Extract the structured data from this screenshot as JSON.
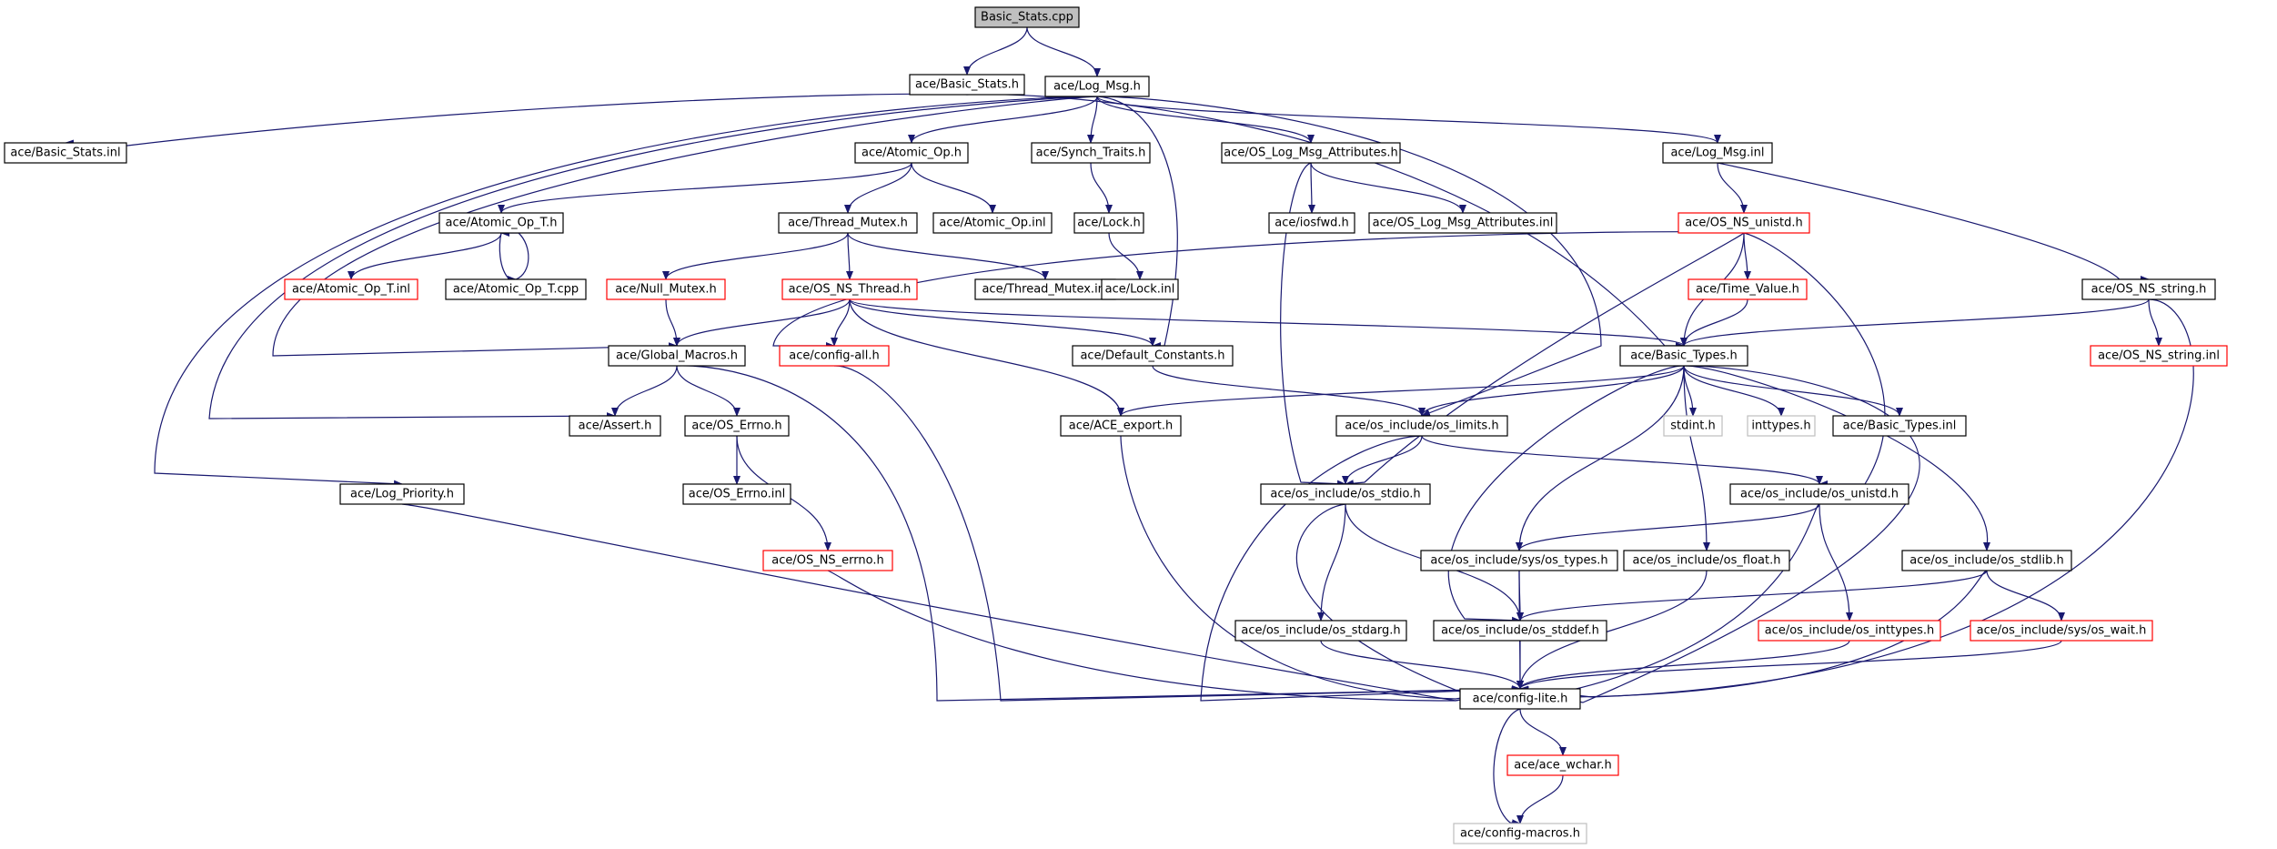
{
  "nodes": [
    {
      "id": "basic_stats_cpp",
      "label": "Basic_Stats.cpp",
      "style": "root"
    },
    {
      "id": "basic_stats_h",
      "label": "ace/Basic_Stats.h",
      "style": "normal"
    },
    {
      "id": "log_msg_h",
      "label": "ace/Log_Msg.h",
      "style": "normal"
    },
    {
      "id": "basic_stats_inl",
      "label": "ace/Basic_Stats.inl",
      "style": "normal"
    },
    {
      "id": "atomic_op_h",
      "label": "ace/Atomic_Op.h",
      "style": "normal"
    },
    {
      "id": "synch_traits_h",
      "label": "ace/Synch_Traits.h",
      "style": "normal"
    },
    {
      "id": "os_log_msg_attr_h",
      "label": "ace/OS_Log_Msg_Attributes.h",
      "style": "normal"
    },
    {
      "id": "log_msg_inl",
      "label": "ace/Log_Msg.inl",
      "style": "normal"
    },
    {
      "id": "atomic_op_t_h",
      "label": "ace/Atomic_Op_T.h",
      "style": "normal"
    },
    {
      "id": "thread_mutex_h",
      "label": "ace/Thread_Mutex.h",
      "style": "normal"
    },
    {
      "id": "atomic_op_inl",
      "label": "ace/Atomic_Op.inl",
      "style": "normal"
    },
    {
      "id": "lock_h",
      "label": "ace/Lock.h",
      "style": "normal"
    },
    {
      "id": "iosfwd_h",
      "label": "ace/iosfwd.h",
      "style": "normal"
    },
    {
      "id": "os_log_msg_attr_inl",
      "label": "ace/OS_Log_Msg_Attributes.inl",
      "style": "normal"
    },
    {
      "id": "os_ns_unistd_h",
      "label": "ace/OS_NS_unistd.h",
      "style": "red"
    },
    {
      "id": "atomic_op_t_inl",
      "label": "ace/Atomic_Op_T.inl",
      "style": "red"
    },
    {
      "id": "atomic_op_t_cpp",
      "label": "ace/Atomic_Op_T.cpp",
      "style": "normal"
    },
    {
      "id": "null_mutex_h",
      "label": "ace/Null_Mutex.h",
      "style": "red"
    },
    {
      "id": "os_ns_thread_h",
      "label": "ace/OS_NS_Thread.h",
      "style": "red"
    },
    {
      "id": "thread_mutex_inl",
      "label": "ace/Thread_Mutex.inl",
      "style": "normal"
    },
    {
      "id": "lock_inl",
      "label": "ace/Lock.inl",
      "style": "normal"
    },
    {
      "id": "time_value_h",
      "label": "ace/Time_Value.h",
      "style": "red"
    },
    {
      "id": "os_ns_string_h",
      "label": "ace/OS_NS_string.h",
      "style": "normal"
    },
    {
      "id": "global_macros_h",
      "label": "ace/Global_Macros.h",
      "style": "normal"
    },
    {
      "id": "config_all_h",
      "label": "ace/config-all.h",
      "style": "red"
    },
    {
      "id": "default_constants_h",
      "label": "ace/Default_Constants.h",
      "style": "normal"
    },
    {
      "id": "basic_types_h",
      "label": "ace/Basic_Types.h",
      "style": "normal"
    },
    {
      "id": "os_ns_string_inl",
      "label": "ace/OS_NS_string.inl",
      "style": "red"
    },
    {
      "id": "assert_h",
      "label": "ace/Assert.h",
      "style": "normal"
    },
    {
      "id": "os_errno_h",
      "label": "ace/OS_Errno.h",
      "style": "normal"
    },
    {
      "id": "ace_export_h",
      "label": "ace/ACE_export.h",
      "style": "normal"
    },
    {
      "id": "os_limits_h",
      "label": "ace/os_include/os_limits.h",
      "style": "normal"
    },
    {
      "id": "stdint_h",
      "label": "stdint.h",
      "style": "gray"
    },
    {
      "id": "inttypes_h",
      "label": "inttypes.h",
      "style": "gray"
    },
    {
      "id": "basic_types_inl",
      "label": "ace/Basic_Types.inl",
      "style": "normal"
    },
    {
      "id": "log_priority_h",
      "label": "ace/Log_Priority.h",
      "style": "normal"
    },
    {
      "id": "os_errno_inl",
      "label": "ace/OS_Errno.inl",
      "style": "normal"
    },
    {
      "id": "os_stdio_h",
      "label": "ace/os_include/os_stdio.h",
      "style": "normal"
    },
    {
      "id": "os_unistd_h",
      "label": "ace/os_include/os_unistd.h",
      "style": "normal"
    },
    {
      "id": "os_ns_errno_h",
      "label": "ace/OS_NS_errno.h",
      "style": "red"
    },
    {
      "id": "sys_os_types_h",
      "label": "ace/os_include/sys/os_types.h",
      "style": "normal"
    },
    {
      "id": "os_float_h",
      "label": "ace/os_include/os_float.h",
      "style": "normal"
    },
    {
      "id": "os_stdlib_h",
      "label": "ace/os_include/os_stdlib.h",
      "style": "normal"
    },
    {
      "id": "os_stdarg_h",
      "label": "ace/os_include/os_stdarg.h",
      "style": "normal"
    },
    {
      "id": "os_stddef_h",
      "label": "ace/os_include/os_stddef.h",
      "style": "normal"
    },
    {
      "id": "os_inttypes_h",
      "label": "ace/os_include/os_inttypes.h",
      "style": "red"
    },
    {
      "id": "sys_os_wait_h",
      "label": "ace/os_include/sys/os_wait.h",
      "style": "red"
    },
    {
      "id": "config_lite_h",
      "label": "ace/config-lite.h",
      "style": "normal"
    },
    {
      "id": "ace_wchar_h",
      "label": "ace/ace_wchar.h",
      "style": "red"
    },
    {
      "id": "config_macros_h",
      "label": "ace/config-macros.h",
      "style": "gray"
    }
  ],
  "edges": [
    [
      "basic_stats_cpp",
      "basic_stats_h"
    ],
    [
      "basic_stats_cpp",
      "log_msg_h"
    ],
    [
      "basic_stats_h",
      "basic_stats_inl"
    ],
    [
      "basic_stats_h",
      "basic_types_h"
    ],
    [
      "log_msg_h",
      "atomic_op_h"
    ],
    [
      "log_msg_h",
      "synch_traits_h"
    ],
    [
      "log_msg_h",
      "os_log_msg_attr_h"
    ],
    [
      "log_msg_h",
      "log_msg_inl"
    ],
    [
      "log_msg_h",
      "global_macros_h"
    ],
    [
      "log_msg_h",
      "default_constants_h"
    ],
    [
      "log_msg_h",
      "assert_h"
    ],
    [
      "log_msg_h",
      "log_priority_h"
    ],
    [
      "log_msg_h",
      "os_limits_h"
    ],
    [
      "atomic_op_h",
      "atomic_op_t_h"
    ],
    [
      "atomic_op_h",
      "thread_mutex_h"
    ],
    [
      "atomic_op_h",
      "atomic_op_inl"
    ],
    [
      "synch_traits_h",
      "lock_h"
    ],
    [
      "os_log_msg_attr_h",
      "iosfwd_h"
    ],
    [
      "os_log_msg_attr_h",
      "os_log_msg_attr_inl"
    ],
    [
      "os_log_msg_attr_h",
      "os_stdio_h"
    ],
    [
      "log_msg_inl",
      "os_ns_unistd_h"
    ],
    [
      "log_msg_inl",
      "os_ns_string_h"
    ],
    [
      "atomic_op_t_h",
      "atomic_op_t_inl"
    ],
    [
      "atomic_op_t_h",
      "atomic_op_t_cpp"
    ],
    [
      "atomic_op_t_cpp",
      "atomic_op_t_h"
    ],
    [
      "thread_mutex_h",
      "null_mutex_h"
    ],
    [
      "thread_mutex_h",
      "os_ns_thread_h"
    ],
    [
      "thread_mutex_h",
      "thread_mutex_inl"
    ],
    [
      "lock_h",
      "lock_inl"
    ],
    [
      "os_ns_unistd_h",
      "config_all_h"
    ],
    [
      "os_ns_unistd_h",
      "time_value_h"
    ],
    [
      "os_ns_unistd_h",
      "basic_types_h"
    ],
    [
      "os_ns_unistd_h",
      "os_stdio_h"
    ],
    [
      "os_ns_unistd_h",
      "os_unistd_h"
    ],
    [
      "null_mutex_h",
      "global_macros_h"
    ],
    [
      "os_ns_thread_h",
      "config_all_h"
    ],
    [
      "os_ns_thread_h",
      "global_macros_h"
    ],
    [
      "os_ns_thread_h",
      "default_constants_h"
    ],
    [
      "os_ns_thread_h",
      "basic_types_h"
    ],
    [
      "os_ns_thread_h",
      "ace_export_h"
    ],
    [
      "time_value_h",
      "basic_types_h"
    ],
    [
      "os_ns_string_h",
      "basic_types_h"
    ],
    [
      "os_ns_string_h",
      "os_ns_string_inl"
    ],
    [
      "os_ns_string_h",
      "config_lite_h"
    ],
    [
      "global_macros_h",
      "assert_h"
    ],
    [
      "global_macros_h",
      "os_errno_h"
    ],
    [
      "global_macros_h",
      "config_lite_h"
    ],
    [
      "config_all_h",
      "config_lite_h"
    ],
    [
      "default_constants_h",
      "os_limits_h"
    ],
    [
      "basic_types_h",
      "ace_export_h"
    ],
    [
      "basic_types_h",
      "os_limits_h"
    ],
    [
      "basic_types_h",
      "stdint_h"
    ],
    [
      "basic_types_h",
      "inttypes_h"
    ],
    [
      "basic_types_h",
      "basic_types_inl"
    ],
    [
      "basic_types_h",
      "sys_os_types_h"
    ],
    [
      "basic_types_h",
      "os_float_h"
    ],
    [
      "basic_types_h",
      "os_stdlib_h"
    ],
    [
      "basic_types_h",
      "os_stddef_h"
    ],
    [
      "basic_types_h",
      "config_lite_h"
    ],
    [
      "os_errno_h",
      "os_errno_inl"
    ],
    [
      "os_errno_h",
      "os_ns_errno_h"
    ],
    [
      "ace_export_h",
      "config_lite_h"
    ],
    [
      "os_limits_h",
      "os_stdio_h"
    ],
    [
      "os_limits_h",
      "os_unistd_h"
    ],
    [
      "os_limits_h",
      "config_lite_h"
    ],
    [
      "log_priority_h",
      "config_lite_h"
    ],
    [
      "os_stdio_h",
      "os_stdarg_h"
    ],
    [
      "os_stdio_h",
      "os_stddef_h"
    ],
    [
      "os_stdio_h",
      "config_lite_h"
    ],
    [
      "os_unistd_h",
      "sys_os_types_h"
    ],
    [
      "os_unistd_h",
      "os_inttypes_h"
    ],
    [
      "os_unistd_h",
      "config_lite_h"
    ],
    [
      "os_ns_errno_h",
      "config_lite_h"
    ],
    [
      "sys_os_types_h",
      "os_stddef_h"
    ],
    [
      "sys_os_types_h",
      "config_lite_h"
    ],
    [
      "os_float_h",
      "config_lite_h"
    ],
    [
      "os_stdlib_h",
      "os_stddef_h"
    ],
    [
      "os_stdlib_h",
      "sys_os_wait_h"
    ],
    [
      "os_stdlib_h",
      "config_lite_h"
    ],
    [
      "os_stdarg_h",
      "config_lite_h"
    ],
    [
      "os_stddef_h",
      "config_lite_h"
    ],
    [
      "os_inttypes_h",
      "config_lite_h"
    ],
    [
      "sys_os_wait_h",
      "config_lite_h"
    ],
    [
      "config_lite_h",
      "ace_wchar_h"
    ],
    [
      "config_lite_h",
      "config_macros_h"
    ],
    [
      "ace_wchar_h",
      "config_macros_h"
    ]
  ],
  "colors": {
    "edge": "#191970",
    "node_border": "#000000",
    "node_border_red": "#ff0000",
    "node_border_gray": "#bfbfbf",
    "root_fill": "#bfbfbf"
  }
}
